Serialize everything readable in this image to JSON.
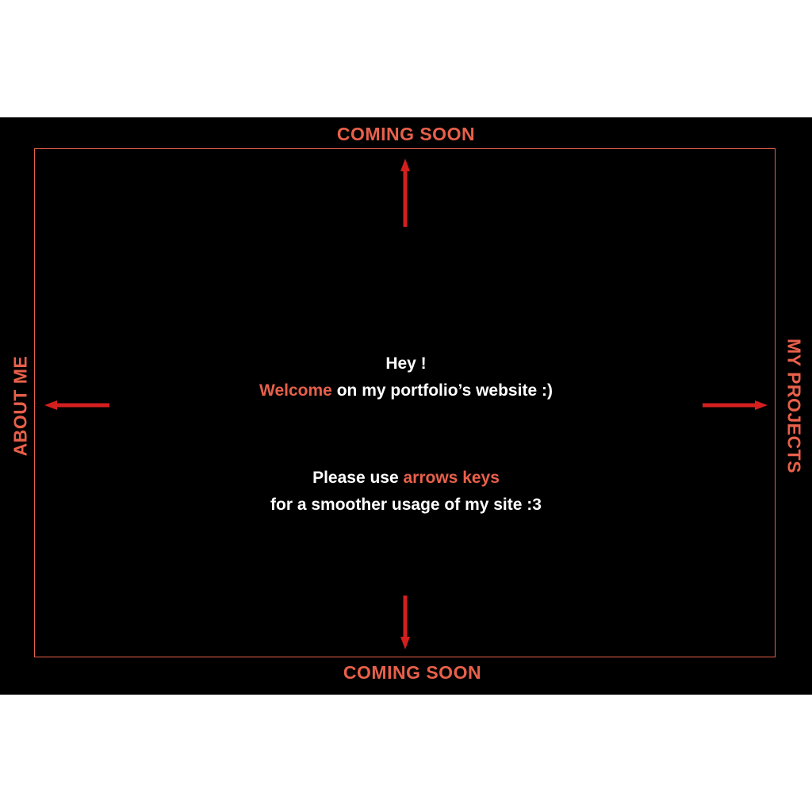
{
  "navigation": {
    "top_label": "COMING SOON",
    "bottom_label": "COMING SOON",
    "left_label": "ABOUT ME",
    "right_label": "MY PROJECTS"
  },
  "greeting": {
    "line1": "Hey !",
    "line2_accent": "Welcome",
    "line2_rest": " on my portfolio’s website :)"
  },
  "instructions": {
    "line1_start": "Please use ",
    "line1_accent": "arrows keys",
    "line2": "for a smoother usage of my site :3"
  },
  "icons": {
    "up": "arrow-up-icon",
    "down": "arrow-down-icon",
    "left": "arrow-left-icon",
    "right": "arrow-right-icon"
  },
  "colors": {
    "background": "#000000",
    "accent": "#e8604a",
    "arrow": "#d41f1f",
    "text": "#ffffff"
  }
}
